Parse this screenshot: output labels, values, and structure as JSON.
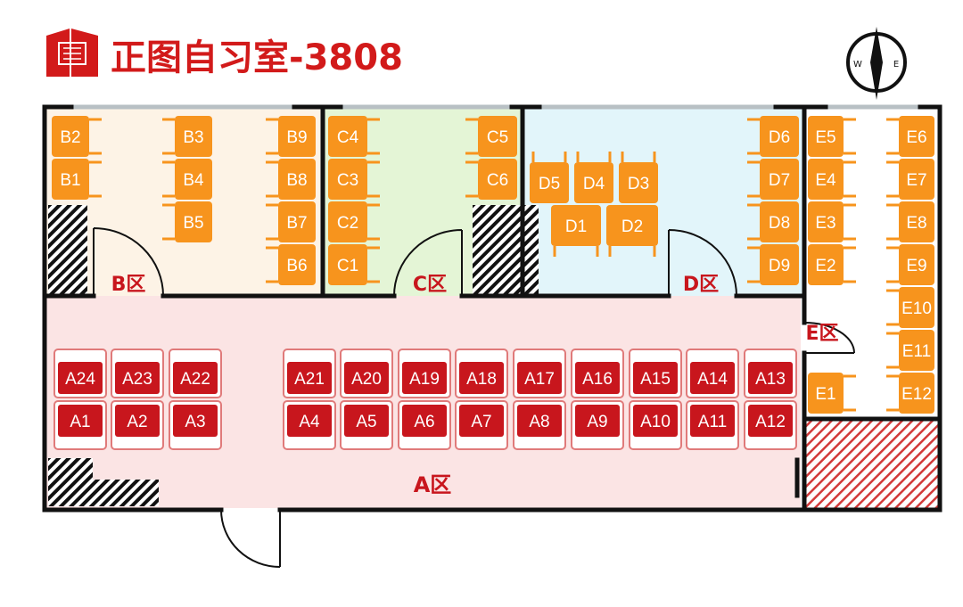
{
  "header": {
    "title": "正图自习室-3808",
    "logo_icon": "book-logo-icon",
    "brand_color": "#d21a1a"
  },
  "compass": {
    "icon": "compass-icon",
    "west_label": "W",
    "east_label": "E"
  },
  "colors": {
    "zone_a_floor": "#fbe4e4",
    "zone_b_floor": "#fdf3e6",
    "zone_c_floor": "#e4f5d6",
    "zone_d_floor": "#e2f5fa",
    "zone_e_floor": "#ffffff",
    "a_seat": "#c8161d",
    "a_seat_border": "#e07a7a",
    "orange_seat": "#f7941d",
    "wall": "#111111",
    "window": "#b8c0c4"
  },
  "zones": {
    "a": "A区",
    "b": "B区",
    "c": "C区",
    "d": "D区",
    "e": "E区"
  },
  "seats": {
    "a_back_row": [
      "A24",
      "A23",
      "A22",
      "A21",
      "A20",
      "A19",
      "A18",
      "A17",
      "A16",
      "A15",
      "A14",
      "A13"
    ],
    "a_front_row": [
      "A1",
      "A2",
      "A3",
      "A4",
      "A5",
      "A6",
      "A7",
      "A8",
      "A9",
      "A10",
      "A11",
      "A12"
    ],
    "b": [
      "B2",
      "B1",
      "B3",
      "B4",
      "B5",
      "B9",
      "B8",
      "B7",
      "B6"
    ],
    "c": [
      "C4",
      "C3",
      "C2",
      "C1",
      "C5",
      "C6"
    ],
    "d": [
      "D5",
      "D4",
      "D3",
      "D1",
      "D2",
      "D6",
      "D7",
      "D8",
      "D9"
    ],
    "e": [
      "E5",
      "E4",
      "E3",
      "E2",
      "E1",
      "E6",
      "E7",
      "E8",
      "E9",
      "E10",
      "E11",
      "E12"
    ]
  }
}
